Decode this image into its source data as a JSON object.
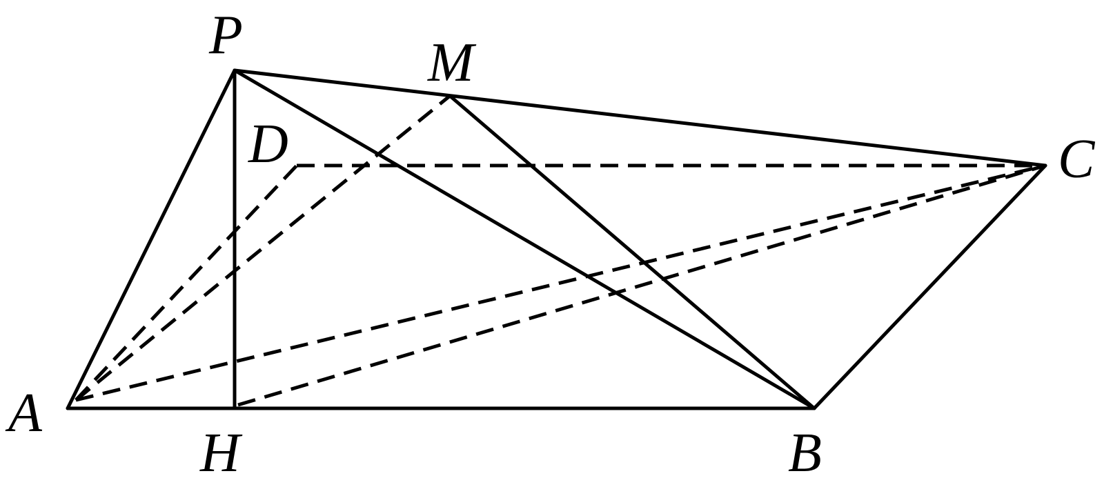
{
  "figure": {
    "labels": {
      "P": "P",
      "M": "M",
      "D": "D",
      "C": "C",
      "A": "A",
      "H": "H",
      "B": "B"
    },
    "stroke_color": "#000000",
    "background_color": "#ffffff"
  }
}
